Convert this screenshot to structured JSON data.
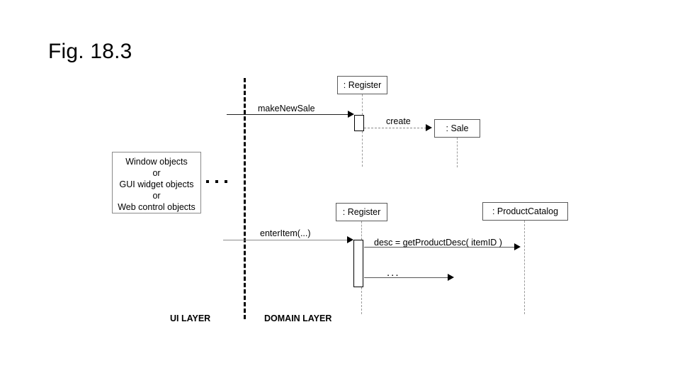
{
  "slide": {
    "title": "Fig. 18.3",
    "background_color": "#ffffff"
  },
  "diagram": {
    "type": "uml-sequence-diagram",
    "layers": {
      "ui_layer_label": "UI LAYER",
      "domain_layer_label": "DOMAIN LAYER"
    },
    "ui_objects_box": {
      "lines": [
        "Window objects",
        "or",
        "GUI widget objects",
        "or",
        "Web control objects"
      ],
      "trailing_ellipsis": "..."
    },
    "participants": [
      {
        "id": "register-top",
        "label": ": Register"
      },
      {
        "id": "sale",
        "label": ": Sale"
      },
      {
        "id": "register-bottom",
        "label": ": Register"
      },
      {
        "id": "product-catalog",
        "label": ": ProductCatalog"
      }
    ],
    "messages": [
      {
        "id": "make-new-sale",
        "label": "makeNewSale",
        "style": "solid"
      },
      {
        "id": "create",
        "label": "create",
        "style": "dashed"
      },
      {
        "id": "enter-item",
        "label": "enterItem(...)",
        "style": "solid"
      },
      {
        "id": "get-product-desc",
        "label": "desc = getProductDesc( itemID )",
        "style": "solid"
      },
      {
        "id": "more-messages",
        "label": "...",
        "style": "solid"
      }
    ],
    "colors": {
      "line": "#555555",
      "lifeline": "#9a9a9a",
      "box_border": "#5a5a5a",
      "divider": "#000000",
      "text": "#000000"
    }
  }
}
